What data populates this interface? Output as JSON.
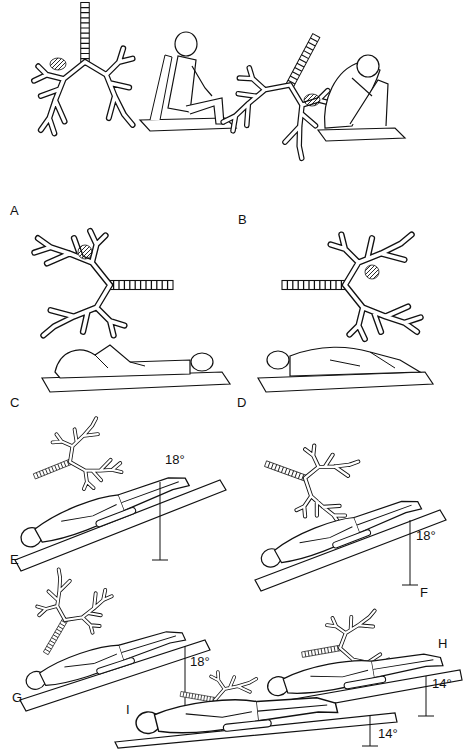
{
  "diagram": {
    "labels": [
      "A",
      "B",
      "C",
      "D",
      "18°",
      "E",
      "18°",
      "F",
      "18°",
      "G",
      "14°",
      "H",
      "14°",
      "I"
    ]
  }
}
